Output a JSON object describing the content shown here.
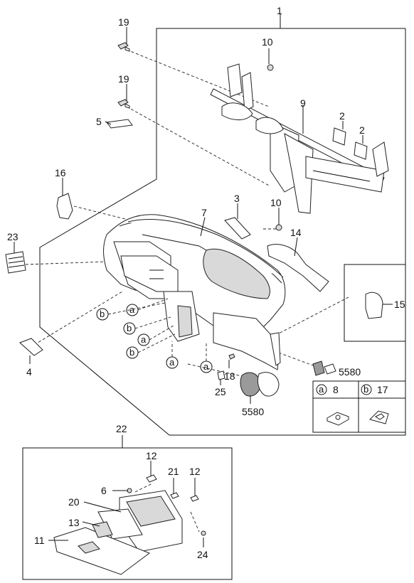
{
  "callouts": [
    {
      "id": "c1",
      "text": "1"
    },
    {
      "id": "c19a",
      "text": "19"
    },
    {
      "id": "c10a",
      "text": "10"
    },
    {
      "id": "c19b",
      "text": "19"
    },
    {
      "id": "c9",
      "text": "9"
    },
    {
      "id": "c2a",
      "text": "2"
    },
    {
      "id": "c2b",
      "text": "2"
    },
    {
      "id": "c5",
      "text": "5"
    },
    {
      "id": "c16",
      "text": "16"
    },
    {
      "id": "c3",
      "text": "3"
    },
    {
      "id": "c10b",
      "text": "10"
    },
    {
      "id": "c7",
      "text": "7"
    },
    {
      "id": "c14",
      "text": "14"
    },
    {
      "id": "c23",
      "text": "23"
    },
    {
      "id": "c15",
      "text": "15"
    },
    {
      "id": "c4",
      "text": "4"
    },
    {
      "id": "c18",
      "text": "18"
    },
    {
      "id": "c25",
      "text": "25"
    },
    {
      "id": "c5580a",
      "text": "5580"
    },
    {
      "id": "c5580b",
      "text": "5580"
    },
    {
      "id": "c22",
      "text": "22"
    },
    {
      "id": "c12a",
      "text": "12"
    },
    {
      "id": "c21",
      "text": "21"
    },
    {
      "id": "c12b",
      "text": "12"
    },
    {
      "id": "c6",
      "text": "6"
    },
    {
      "id": "c20",
      "text": "20"
    },
    {
      "id": "c13",
      "text": "13"
    },
    {
      "id": "c11",
      "text": "11"
    },
    {
      "id": "c24",
      "text": "24"
    }
  ],
  "circle_markers": [
    {
      "id": "ma1",
      "text": "a"
    },
    {
      "id": "mb1",
      "text": "b"
    },
    {
      "id": "mb2",
      "text": "b"
    },
    {
      "id": "ma2",
      "text": "a"
    },
    {
      "id": "mb3",
      "text": "b"
    },
    {
      "id": "ma3",
      "text": "a"
    },
    {
      "id": "ma4",
      "text": "a"
    }
  ],
  "legend": {
    "a_marker": "a",
    "a_part": "8",
    "b_marker": "b",
    "b_part": "17"
  }
}
